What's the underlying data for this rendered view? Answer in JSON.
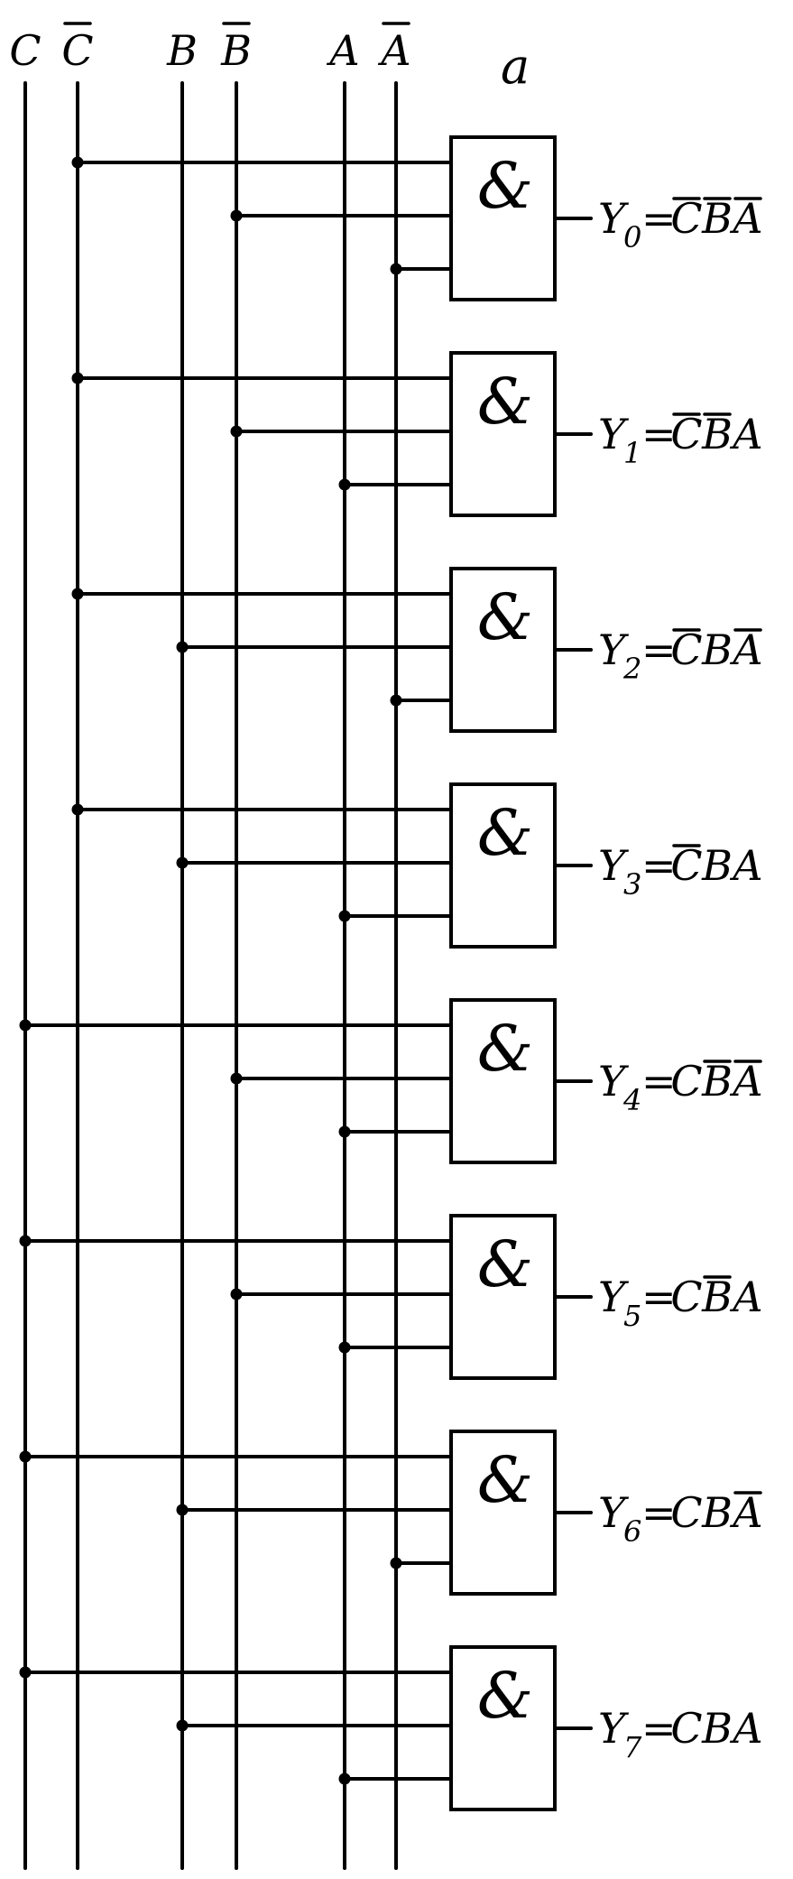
{
  "figure_label": "a",
  "rails": [
    {
      "id": "C",
      "label": "C",
      "inverted": false
    },
    {
      "id": "Cn",
      "label": "C",
      "inverted": true
    },
    {
      "id": "B",
      "label": "B",
      "inverted": false
    },
    {
      "id": "Bn",
      "label": "B",
      "inverted": true
    },
    {
      "id": "A",
      "label": "A",
      "inverted": false
    },
    {
      "id": "An",
      "label": "A",
      "inverted": true
    }
  ],
  "gate_symbol": "&",
  "gates": [
    {
      "name": "Y",
      "index": "0",
      "eq": "=",
      "inputs": [
        "Cn",
        "Bn",
        "An"
      ],
      "terms": [
        {
          "v": "C",
          "bar": true
        },
        {
          "v": "B",
          "bar": true
        },
        {
          "v": "A",
          "bar": true
        }
      ]
    },
    {
      "name": "Y",
      "index": "1",
      "eq": "=",
      "inputs": [
        "Cn",
        "Bn",
        "A"
      ],
      "terms": [
        {
          "v": "C",
          "bar": true
        },
        {
          "v": "B",
          "bar": true
        },
        {
          "v": "A",
          "bar": false
        }
      ]
    },
    {
      "name": "Y",
      "index": "2",
      "eq": "=",
      "inputs": [
        "Cn",
        "B",
        "An"
      ],
      "terms": [
        {
          "v": "C",
          "bar": true
        },
        {
          "v": "B",
          "bar": false
        },
        {
          "v": "A",
          "bar": true
        }
      ]
    },
    {
      "name": "Y",
      "index": "3",
      "eq": "=",
      "inputs": [
        "Cn",
        "B",
        "A"
      ],
      "terms": [
        {
          "v": "C",
          "bar": true
        },
        {
          "v": "B",
          "bar": false
        },
        {
          "v": "A",
          "bar": false
        }
      ]
    },
    {
      "name": "Y",
      "index": "4",
      "eq": "=",
      "inputs": [
        "C",
        "Bn",
        "A"
      ],
      "terms": [
        {
          "v": "C",
          "bar": false
        },
        {
          "v": "B",
          "bar": true
        },
        {
          "v": "A",
          "bar": true
        }
      ]
    },
    {
      "name": "Y",
      "index": "5",
      "eq": "=",
      "inputs": [
        "C",
        "Bn",
        "A"
      ],
      "terms": [
        {
          "v": "C",
          "bar": false
        },
        {
          "v": "B",
          "bar": true
        },
        {
          "v": "A",
          "bar": false
        }
      ]
    },
    {
      "name": "Y",
      "index": "6",
      "eq": "=",
      "inputs": [
        "C",
        "B",
        "An"
      ],
      "terms": [
        {
          "v": "C",
          "bar": false
        },
        {
          "v": "B",
          "bar": false
        },
        {
          "v": "A",
          "bar": true
        }
      ]
    },
    {
      "name": "Y",
      "index": "7",
      "eq": "=",
      "inputs": [
        "C",
        "B",
        "A"
      ],
      "terms": [
        {
          "v": "C",
          "bar": false
        },
        {
          "v": "B",
          "bar": false
        },
        {
          "v": "A",
          "bar": false
        }
      ]
    }
  ]
}
